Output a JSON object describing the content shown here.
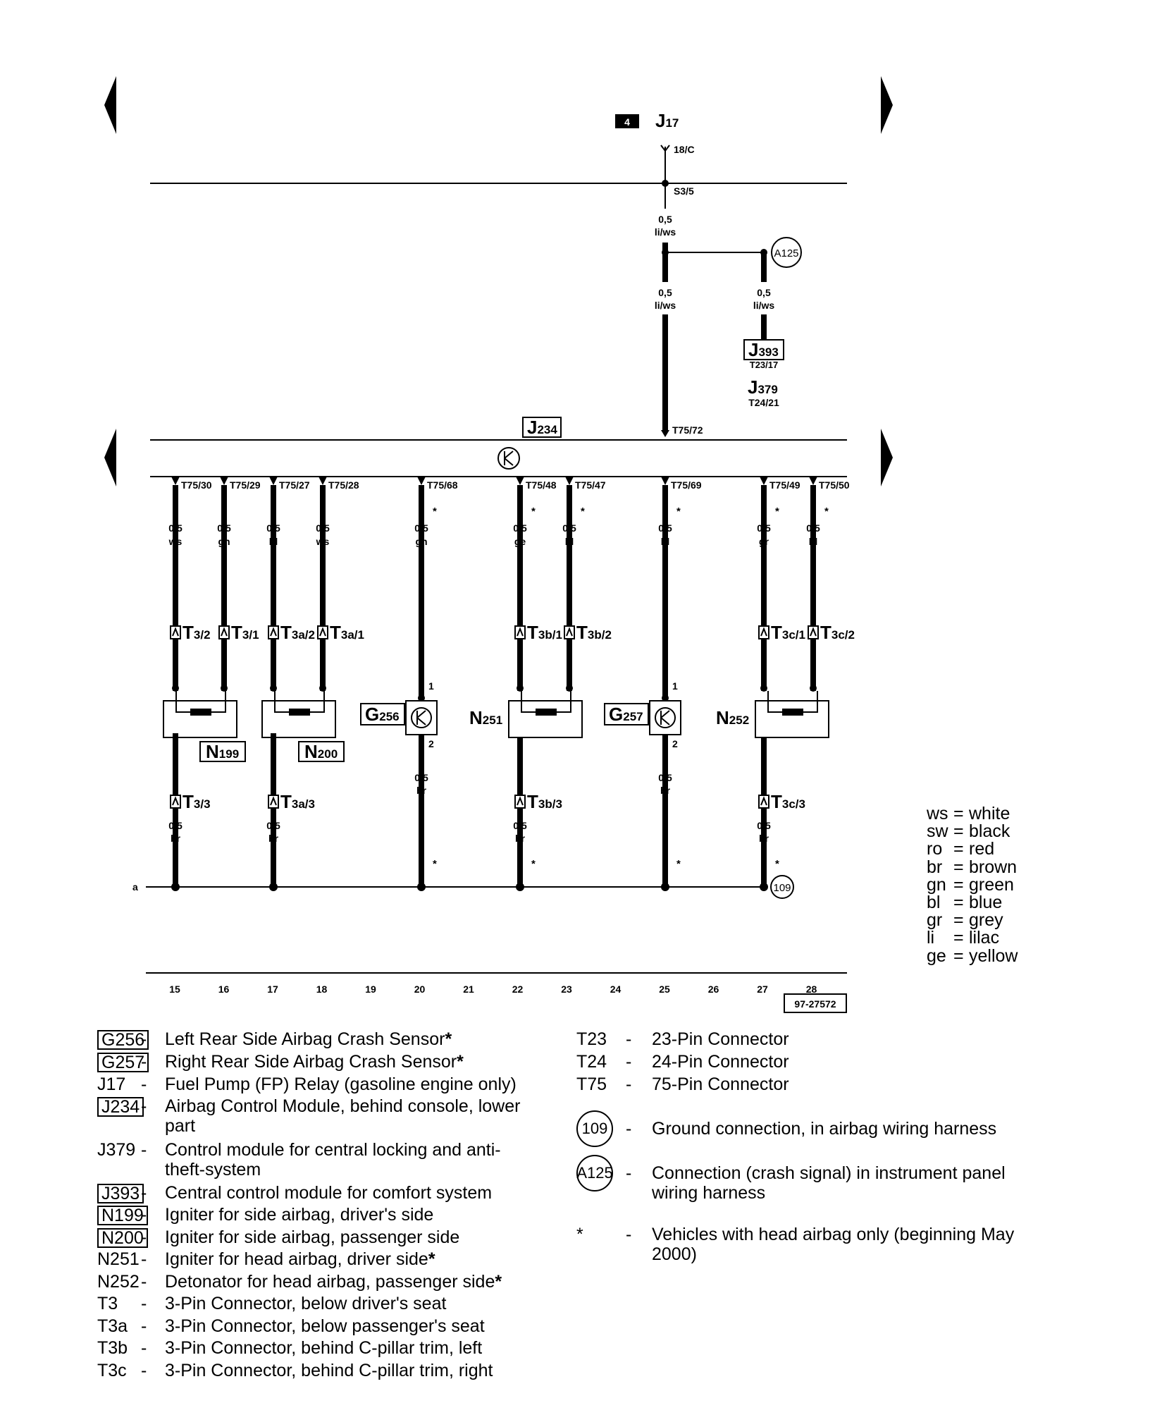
{
  "header": {
    "page_ref": "4",
    "relay": "J",
    "relay_sub": "17",
    "fuse": "18/C",
    "splice": "S3/5"
  },
  "j234": {
    "code": "J",
    "sub": "234"
  },
  "a125_label": "A125",
  "g109_label": "109",
  "j393": {
    "code": "J",
    "sub": "393",
    "pin": "T23/17"
  },
  "j379": {
    "code": "J",
    "sub": "379",
    "pin": "T24/21"
  },
  "top_wires": [
    {
      "gauge": "0,5",
      "color": "li/ws"
    },
    {
      "gauge": "0,5",
      "color": "li/ws"
    },
    {
      "gauge": "0,5",
      "color": "li/ws"
    }
  ],
  "t75_72": "T75/72",
  "pins": [
    {
      "t75": "T75/30",
      "gauge": "0,5",
      "color": "ws",
      "conn": "T",
      "conn_sub": "3/2",
      "star": false
    },
    {
      "t75": "T75/29",
      "gauge": "0,5",
      "color": "gn",
      "conn": "T",
      "conn_sub": "3/1",
      "star": false
    },
    {
      "t75": "T75/27",
      "gauge": "0,5",
      "color": "bl",
      "conn": "T",
      "conn_sub": "3a/2",
      "star": false
    },
    {
      "t75": "T75/28",
      "gauge": "0,5",
      "color": "ws",
      "conn": "T",
      "conn_sub": "3a/1",
      "star": false
    },
    {
      "t75": "T75/68",
      "gauge": "0,5",
      "color": "gn",
      "conn": "",
      "conn_sub": "",
      "star": true
    },
    {
      "t75": "T75/48",
      "gauge": "0,5",
      "color": "ge",
      "conn": "T",
      "conn_sub": "3b/1",
      "star": true
    },
    {
      "t75": "T75/47",
      "gauge": "0,5",
      "color": "bl",
      "conn": "T",
      "conn_sub": "3b/2",
      "star": true
    },
    {
      "t75": "T75/69",
      "gauge": "0,5",
      "color": "bl",
      "conn": "",
      "conn_sub": "",
      "star": true
    },
    {
      "t75": "T75/49",
      "gauge": "0,5",
      "color": "gr",
      "conn": "T",
      "conn_sub": "3c/1",
      "star": true
    },
    {
      "t75": "T75/50",
      "gauge": "0,5",
      "color": "bl",
      "conn": "T",
      "conn_sub": "3c/2",
      "star": true
    }
  ],
  "components": {
    "n199": {
      "code": "N",
      "sub": "199"
    },
    "n200": {
      "code": "N",
      "sub": "200"
    },
    "n251": {
      "code": "N",
      "sub": "251"
    },
    "n252": {
      "code": "N",
      "sub": "252"
    },
    "g256": {
      "code": "G",
      "sub": "256",
      "pin_top": "1",
      "pin_bottom": "2"
    },
    "g257": {
      "code": "G",
      "sub": "257",
      "pin_top": "1",
      "pin_bottom": "2"
    }
  },
  "ground_wires": [
    {
      "conn": "T",
      "conn_sub": "3/3",
      "gauge": "0,5",
      "color": "br",
      "star": false
    },
    {
      "conn": "T",
      "conn_sub": "3a/3",
      "gauge": "0,5",
      "color": "br",
      "star": false
    },
    {
      "conn": "",
      "conn_sub": "",
      "gauge": "0,5",
      "color": "br",
      "star": true
    },
    {
      "conn": "T",
      "conn_sub": "3b/3",
      "gauge": "0,5",
      "color": "br",
      "star": true
    },
    {
      "conn": "",
      "conn_sub": "",
      "gauge": "0,5",
      "color": "br",
      "star": true
    },
    {
      "conn": "T",
      "conn_sub": "3c/3",
      "gauge": "0,5",
      "color": "br",
      "star": true
    }
  ],
  "ground_label": "a",
  "track_numbers": [
    "15",
    "16",
    "17",
    "18",
    "19",
    "20",
    "21",
    "22",
    "23",
    "24",
    "25",
    "26",
    "27",
    "28"
  ],
  "figure_id": "97-27572",
  "color_legend": [
    {
      "abbr": "ws",
      "name": "white"
    },
    {
      "abbr": "sw",
      "name": "black"
    },
    {
      "abbr": "ro",
      "name": "red"
    },
    {
      "abbr": "br",
      "name": "brown"
    },
    {
      "abbr": "gn",
      "name": "green"
    },
    {
      "abbr": "bl",
      "name": "blue"
    },
    {
      "abbr": "gr",
      "name": "grey"
    },
    {
      "abbr": "li",
      "name": "lilac"
    },
    {
      "abbr": "ge",
      "name": "yellow"
    }
  ],
  "key_left": [
    {
      "code": "G256",
      "boxed": true,
      "desc": "Left Rear Side Airbag Crash Sensor",
      "star": true
    },
    {
      "code": "G257",
      "boxed": true,
      "desc": "Right Rear Side Airbag Crash Sensor",
      "star": true
    },
    {
      "code": "J17",
      "boxed": false,
      "desc": "Fuel Pump (FP) Relay (gasoline engine only)",
      "star": false
    },
    {
      "code": "J234",
      "boxed": true,
      "desc": "Airbag Control Module, behind console, lower part",
      "star": false
    },
    {
      "code": "J379",
      "boxed": false,
      "desc": "Control module for central locking and anti-theft-system",
      "star": false
    },
    {
      "code": "J393",
      "boxed": true,
      "desc": "Central control module for comfort system",
      "star": false
    },
    {
      "code": "N199",
      "boxed": true,
      "desc": "Igniter for side airbag, driver's side",
      "star": false
    },
    {
      "code": "N200",
      "boxed": true,
      "desc": "Igniter for side airbag, passenger side",
      "star": false
    },
    {
      "code": "N251",
      "boxed": false,
      "desc": "Igniter for head airbag, driver side",
      "star": true
    },
    {
      "code": "N252",
      "boxed": false,
      "desc": "Detonator for head airbag, passenger side",
      "star": true
    },
    {
      "code": "T3",
      "boxed": false,
      "desc": "3-Pin Connector, below driver's seat",
      "star": false
    },
    {
      "code": "T3a",
      "boxed": false,
      "desc": "3-Pin Connector, below passenger's seat",
      "star": false
    },
    {
      "code": "T3b",
      "boxed": false,
      "desc": "3-Pin Connector, behind C-pillar trim, left",
      "star": false
    },
    {
      "code": "T3c",
      "boxed": false,
      "desc": "3-Pin Connector, behind C-pillar trim, right",
      "star": false
    }
  ],
  "key_right": [
    {
      "code": "T23",
      "desc": "23-Pin Connector"
    },
    {
      "code": "T24",
      "desc": "24-Pin Connector"
    },
    {
      "code": "T75",
      "desc": "75-Pin Connector"
    },
    {
      "code": "109",
      "circle": true,
      "desc": "Ground connection, in airbag wiring harness"
    },
    {
      "code": "A125",
      "circle": true,
      "desc": "Connection (crash signal) in instrument panel wiring harness"
    },
    {
      "code": "*",
      "desc": "Vehicles with head airbag only (beginning May 2000)"
    }
  ],
  "dash": "-",
  "star_glyph": "*",
  "eq": "="
}
